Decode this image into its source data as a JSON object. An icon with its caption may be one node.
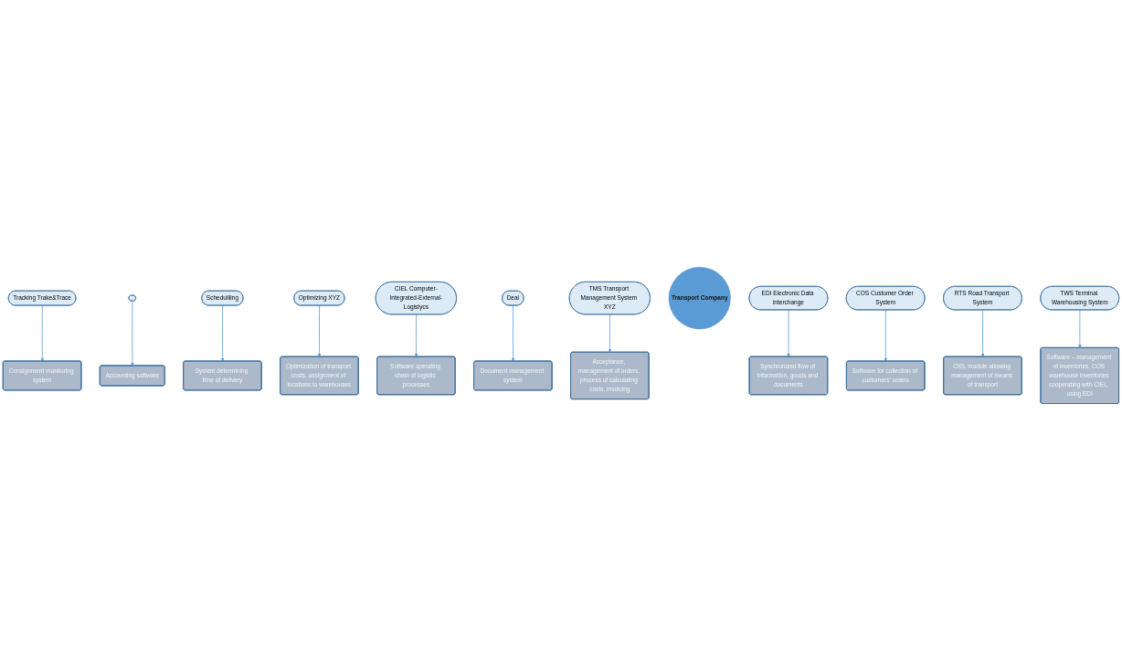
{
  "diagram": {
    "nodes": [
      {
        "text": [
          "Consignment monitoring system"
        ]
      },
      {
        "text": [
          "Optimization of transport costs, assignment of locations to warehouses"
        ]
      },
      {
        "text": [
          "System determining time of delivery"
        ]
      },
      {
        "text": [
          "Document management system"
        ]
      },
      {
        "text": [
          "Tracking Trake&Trace"
        ]
      },
      {
        "text": [
          "Software operating chain of logistic processes"
        ]
      },
      {
        "text": [
          "Accounting software"
        ]
      },
      {
        "text": [],
        "shape": "ellipse"
      },
      {
        "text": [
          "Scheduliling"
        ]
      },
      {
        "text": [
          "Optimizing XYZ"
        ]
      },
      {
        "text": [
          "CIEL Computer-Integrated-External-Logistycs"
        ]
      },
      {
        "text": [
          "Deal"
        ]
      },
      {
        "text": [
          "Synchronized flow of information, goods and documents"
        ]
      },
      {
        "text": [
          "TMS Transport Management System XYZ"
        ]
      },
      {
        "text": [
          "Transport Company"
        ]
      },
      {
        "text": [
          "EDI Electronic Data interchange"
        ]
      },
      {
        "text": [
          "COS Customer Order System"
        ]
      },
      {
        "text": [
          "RTS Road Transport System"
        ]
      },
      {
        "text": [
          "TWS Terminal Warehousing System"
        ]
      },
      {
        "text": [
          "Acceptance, management of orders, process of calculating costs, invoicing"
        ]
      },
      {
        "text": [
          "Software – management of inventories, COS warehouse inventories cooperating with CIEL, using EDI"
        ]
      },
      {
        "text": [
          "Software for collection of customers’ orders"
        ]
      },
      {
        "text": [
          "CIEL module allowing management of means of transport"
        ]
      }
    ],
    "edges": [
      {
        "from": 4,
        "to": 0,
        "arrow": "to"
      },
      {
        "from": 9,
        "to": 1,
        "arrow": "to"
      },
      {
        "from": 8,
        "to": 2,
        "arrow": "to"
      },
      {
        "from": 11,
        "to": 3,
        "arrow": "to"
      },
      {
        "from": 10,
        "to": 5,
        "arrow": "to"
      },
      {
        "from": 7,
        "to": 6,
        "arrow": "to"
      },
      {
        "from": 15,
        "to": 12,
        "arrow": "to"
      },
      {
        "from": 13,
        "to": 19,
        "arrow": "to"
      },
      {
        "from": 18,
        "to": 20,
        "arrow": "to"
      },
      {
        "from": 16,
        "to": 21,
        "arrow": "to"
      },
      {
        "from": 17,
        "to": 22,
        "arrow": "to"
      }
    ]
  }
}
